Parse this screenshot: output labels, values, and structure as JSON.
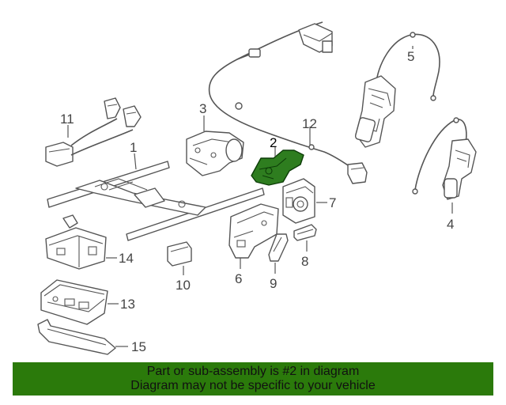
{
  "callouts": {
    "c1": "1",
    "c2": "2",
    "c3": "3",
    "c4": "4",
    "c5": "5",
    "c6": "6",
    "c7": "7",
    "c8": "8",
    "c9": "9",
    "c10": "10",
    "c11": "11",
    "c12": "12",
    "c13": "13",
    "c14": "14",
    "c15": "15"
  },
  "banner": {
    "line1": "Part or sub-assembly is #2 in diagram",
    "line2": "Diagram may not be specific to your vehicle"
  },
  "colors": {
    "highlight": "#2e7d1f",
    "banner": "#2b7a0b"
  }
}
